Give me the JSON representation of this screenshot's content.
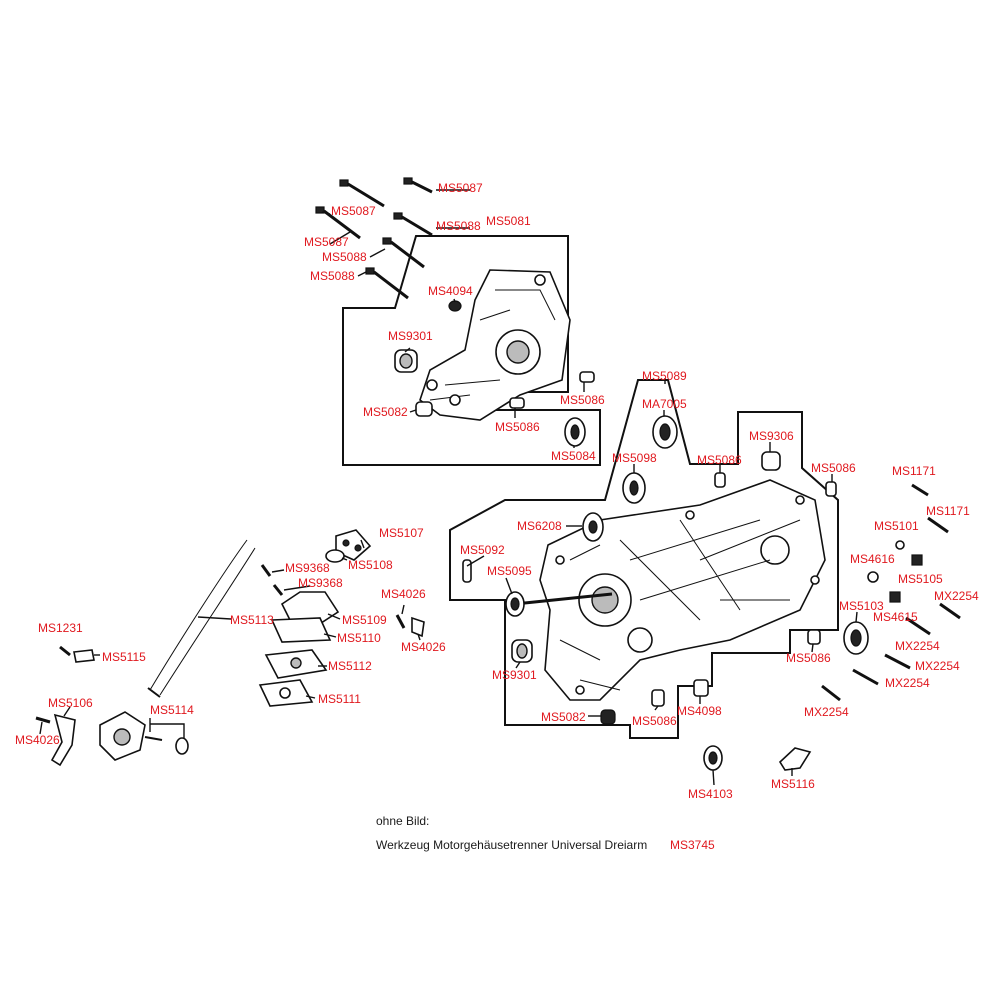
{
  "labels": [
    {
      "id": "ms5087_a",
      "text": "MS5087"
    },
    {
      "id": "ms5087_b",
      "text": "MS5087"
    },
    {
      "id": "ms5087_c",
      "text": "MS5087"
    },
    {
      "id": "ms5088_a",
      "text": "MS5088"
    },
    {
      "id": "ms5088_b",
      "text": "MS5088"
    },
    {
      "id": "ms5088_c",
      "text": "MS5088"
    },
    {
      "id": "ms5081",
      "text": "MS5081"
    },
    {
      "id": "ms4094",
      "text": "MS4094"
    },
    {
      "id": "ms9301_a",
      "text": "MS9301"
    },
    {
      "id": "ms5082_a",
      "text": "MS5082"
    },
    {
      "id": "ms5086_a",
      "text": "MS5086"
    },
    {
      "id": "ms5086_b",
      "text": "MS5086"
    },
    {
      "id": "ms5084",
      "text": "MS5084"
    },
    {
      "id": "ms5089",
      "text": "MS5089"
    },
    {
      "id": "ma7005",
      "text": "MA7005"
    },
    {
      "id": "ms5098",
      "text": "MS5098"
    },
    {
      "id": "ms9306",
      "text": "MS9306"
    },
    {
      "id": "ms5086_c",
      "text": "MS5086"
    },
    {
      "id": "ms5086_d",
      "text": "MS5086"
    },
    {
      "id": "ms1171_a",
      "text": "MS1171"
    },
    {
      "id": "ms1171_b",
      "text": "MS1171"
    },
    {
      "id": "ms5101",
      "text": "MS5101"
    },
    {
      "id": "ms6208",
      "text": "MS6208"
    },
    {
      "id": "ms5092",
      "text": "MS5092"
    },
    {
      "id": "ms5095",
      "text": "MS5095"
    },
    {
      "id": "ms4616",
      "text": "MS4616"
    },
    {
      "id": "ms5105",
      "text": "MS5105"
    },
    {
      "id": "mx2254_a",
      "text": "MX2254"
    },
    {
      "id": "ms5103",
      "text": "MS5103"
    },
    {
      "id": "ms4615",
      "text": "MS4615"
    },
    {
      "id": "mx2254_b",
      "text": "MX2254"
    },
    {
      "id": "mx2254_c",
      "text": "MX2254"
    },
    {
      "id": "mx2254_d",
      "text": "MX2254"
    },
    {
      "id": "mx2254_e",
      "text": "MX2254"
    },
    {
      "id": "ms5086_e",
      "text": "MS5086"
    },
    {
      "id": "ms9301_b",
      "text": "MS9301"
    },
    {
      "id": "ms5082_b",
      "text": "MS5082"
    },
    {
      "id": "ms5086_f",
      "text": "MS5086"
    },
    {
      "id": "ms4098",
      "text": "MS4098"
    },
    {
      "id": "ms4103",
      "text": "MS4103"
    },
    {
      "id": "ms5116",
      "text": "MS5116"
    },
    {
      "id": "ms5107",
      "text": "MS5107"
    },
    {
      "id": "ms9368_a",
      "text": "MS9368"
    },
    {
      "id": "ms5108",
      "text": "MS5108"
    },
    {
      "id": "ms9368_b",
      "text": "MS9368"
    },
    {
      "id": "ms4026_a",
      "text": "MS4026"
    },
    {
      "id": "ms5109",
      "text": "MS5109"
    },
    {
      "id": "ms5113",
      "text": "MS5113"
    },
    {
      "id": "ms5110",
      "text": "MS5110"
    },
    {
      "id": "ms4026_b",
      "text": "MS4026"
    },
    {
      "id": "ms1231",
      "text": "MS1231"
    },
    {
      "id": "ms5115",
      "text": "MS5115"
    },
    {
      "id": "ms5112",
      "text": "MS5112"
    },
    {
      "id": "ms5111",
      "text": "MS5111"
    },
    {
      "id": "ms5106",
      "text": "MS5106"
    },
    {
      "id": "ms5114",
      "text": "MS5114"
    },
    {
      "id": "ms4026_c",
      "text": "MS4026"
    }
  ],
  "note": {
    "heading": "ohne Bild:",
    "item_text": "Werkzeug Motorgehäusetrenner Universal Dreiarm",
    "item_code": "MS3745"
  },
  "colors": {
    "label": "#e0191f",
    "line": "#111111",
    "note_text": "#1a1a1a"
  }
}
